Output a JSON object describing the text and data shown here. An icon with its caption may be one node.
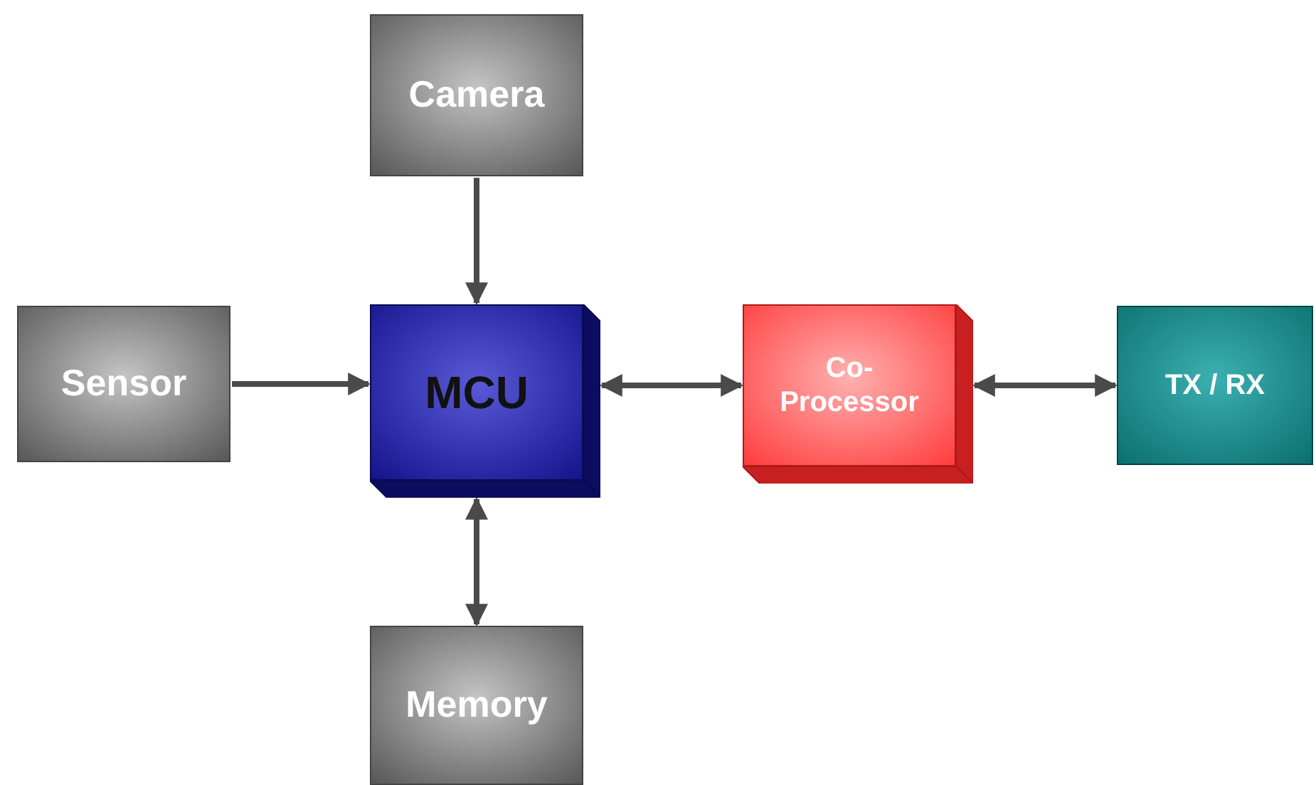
{
  "diagram": {
    "nodes": [
      {
        "text": [
          "Camera"
        ]
      },
      {
        "text": [
          "Sensor"
        ]
      },
      {
        "text": [
          "MCU"
        ]
      },
      {
        "text": [
          "Co-Processor"
        ]
      },
      {
        "text": [
          "TX / RX"
        ]
      },
      {
        "text": [
          "Memory"
        ]
      }
    ],
    "edges": [
      {
        "from": 0,
        "to": 2,
        "arrow": "to"
      },
      {
        "from": 1,
        "to": 2,
        "arrow": "to"
      },
      {
        "from": 2,
        "to": 3,
        "arrow": "both"
      },
      {
        "from": 3,
        "to": 4,
        "arrow": "both"
      },
      {
        "from": 2,
        "to": 5,
        "arrow": "both"
      }
    ]
  }
}
